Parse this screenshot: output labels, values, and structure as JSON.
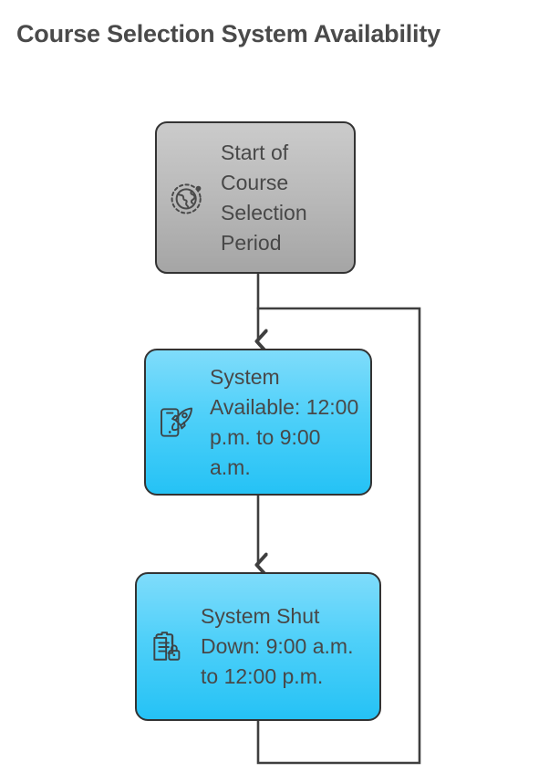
{
  "title": "Course Selection System Availability",
  "colors": {
    "title_text": "#4a4a4a",
    "node_text": "#484848",
    "edge_stroke": "#3f3f3f",
    "start_node_fill_top": "#cbcbcb",
    "start_node_fill_bottom": "#a5a5a5",
    "process_node_fill_top": "#7fdcfb",
    "process_node_fill_bottom": "#25c2f5",
    "node_border": "#333333",
    "background": "#ffffff"
  },
  "nodes": [
    {
      "id": "start",
      "label": "Start of Course Selection Period",
      "icon": "globe-orbit-icon",
      "shape": "rounded-rect",
      "fill": "gray-gradient"
    },
    {
      "id": "system-available",
      "label": "System Available: 12:00 p.m. to 9:00 a.m.",
      "icon": "phone-rocket-icon",
      "shape": "rounded-rect",
      "fill": "cyan-gradient"
    },
    {
      "id": "system-shutdown",
      "label": "System Shut Down: 9:00 a.m. to 12:00 p.m.",
      "icon": "clipboard-lock-icon",
      "shape": "rounded-rect",
      "fill": "cyan-gradient"
    }
  ],
  "edges": [
    {
      "id": "edge-start-to-available",
      "from": "start",
      "to": "system-available",
      "arrow": true,
      "label": ""
    },
    {
      "id": "edge-available-to-shutdown",
      "from": "system-available",
      "to": "system-shutdown",
      "arrow": true,
      "label": ""
    },
    {
      "id": "edge-shutdown-loopback",
      "from": "system-shutdown",
      "to": "system-available",
      "arrow": false,
      "label": ""
    }
  ]
}
